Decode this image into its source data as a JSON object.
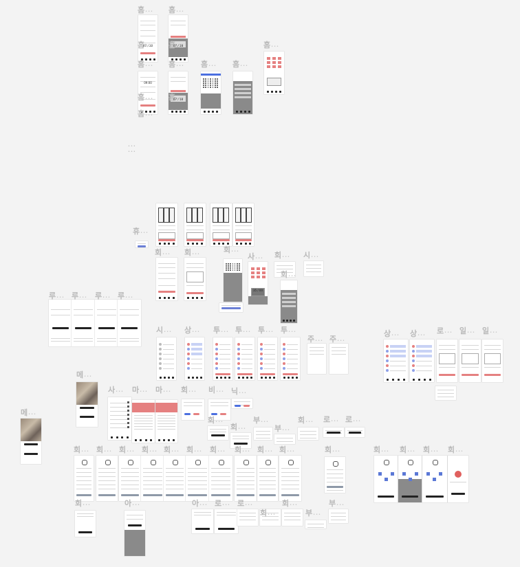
{
  "labels": [
    "홈",
    "홈",
    "홈",
    "홈",
    "홈",
    "홈",
    "홈",
    "홈",
    "홈",
    "홈",
    "홈",
    "홈",
    "휴",
    "회",
    "회",
    "회",
    "회",
    "회",
    "사",
    "시",
    "루",
    "루",
    "루",
    "루",
    "시",
    "상",
    "투",
    "투",
    "투",
    "투",
    "주",
    "주",
    "상",
    "상",
    "로",
    "일",
    "일",
    "메",
    "메",
    "사",
    "마",
    "마",
    "회",
    "비",
    "닉",
    "회",
    "회",
    "부",
    "부",
    "회",
    "로",
    "로",
    "회",
    "회",
    "회",
    "회",
    "회",
    "회",
    "회",
    "회",
    "회",
    "회",
    "회",
    "회",
    "회",
    "회",
    "회",
    "회",
    "아",
    "아",
    "로",
    "로",
    "회",
    "회",
    "부",
    "부",
    "회"
  ],
  "frame_texts": {
    "time_a": "07 / 10",
    "time_b": "07 / 18",
    "time_c": "09:00",
    "time_d": "35 / 00",
    "time_e": "07 / 18"
  }
}
